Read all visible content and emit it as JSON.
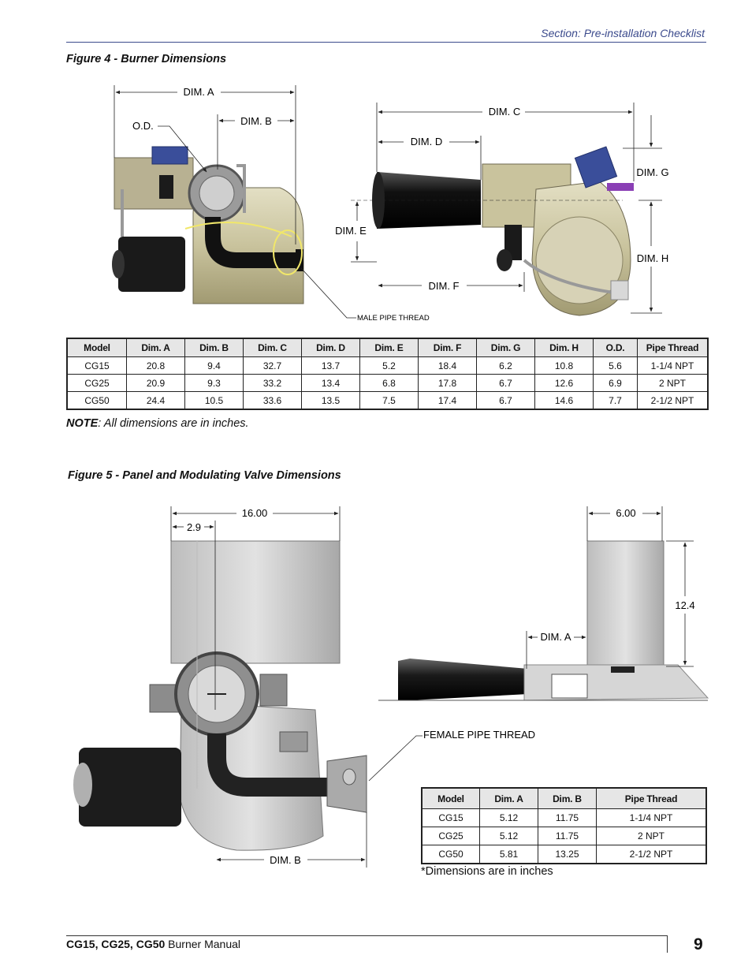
{
  "header": {
    "section": "Section: Pre-installation Checklist"
  },
  "figure4": {
    "title": "Figure 4 - Burner Dimensions",
    "labels": {
      "dim_a": "DIM. A",
      "dim_b": "DIM. B",
      "od": "O.D.",
      "dim_c": "DIM. C",
      "dim_d": "DIM. D",
      "dim_e": "DIM. E",
      "dim_f": "DIM. F",
      "dim_g": "DIM. G",
      "dim_h": "DIM. H",
      "male_pipe": "MALE PIPE THREAD"
    },
    "table": {
      "headers": [
        "Model",
        "Dim. A",
        "Dim. B",
        "Dim. C",
        "Dim. D",
        "Dim. E",
        "Dim. F",
        "Dim. G",
        "Dim. H",
        "O.D.",
        "Pipe Thread"
      ],
      "rows": [
        [
          "CG15",
          "20.8",
          "9.4",
          "32.7",
          "13.7",
          "5.2",
          "18.4",
          "6.2",
          "10.8",
          "5.6",
          "1-1/4 NPT"
        ],
        [
          "CG25",
          "20.9",
          "9.3",
          "33.2",
          "13.4",
          "6.8",
          "17.8",
          "6.7",
          "12.6",
          "6.9",
          "2 NPT"
        ],
        [
          "CG50",
          "24.4",
          "10.5",
          "33.6",
          "13.5",
          "7.5",
          "17.4",
          "6.7",
          "14.6",
          "7.7",
          "2-1/2 NPT"
        ]
      ]
    },
    "note_bold": "NOTE",
    "note_text": ": All dimensions are in inches."
  },
  "figure5": {
    "title": "Figure 5 - Panel and Modulating Valve Dimensions",
    "labels": {
      "width_16": "16.00",
      "offset_29": "2.9",
      "depth_6": "6.00",
      "height_124": "12.4",
      "dim_a": "DIM. A",
      "dim_b": "DIM. B",
      "female_pipe": "FEMALE PIPE THREAD"
    },
    "table": {
      "headers": [
        "Model",
        "Dim. A",
        "Dim. B",
        "Pipe Thread"
      ],
      "rows": [
        [
          "CG15",
          "5.12",
          "11.75",
          "1-1/4 NPT"
        ],
        [
          "CG25",
          "5.12",
          "11.75",
          "2 NPT"
        ],
        [
          "CG50",
          "5.81",
          "13.25",
          "2-1/2 NPT"
        ]
      ]
    },
    "note": "*Dimensions are in inches"
  },
  "footer": {
    "models": "CG15, CG25, CG50",
    "manual": " Burner Manual",
    "page": "9"
  }
}
